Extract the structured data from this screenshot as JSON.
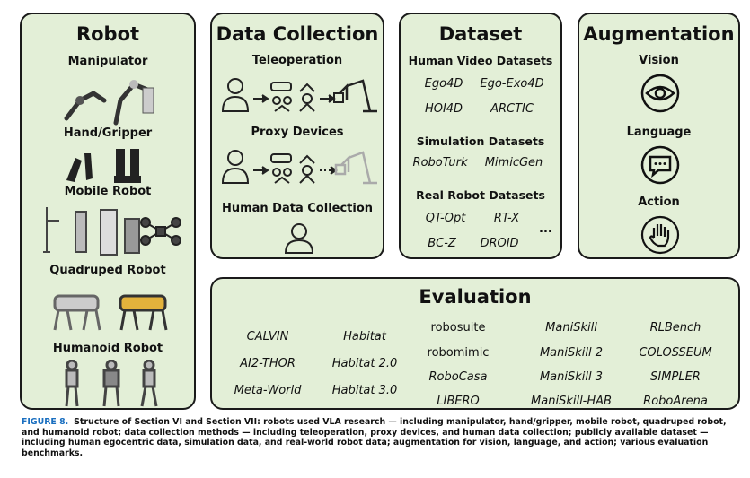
{
  "robot": {
    "title": "Robot",
    "sections": [
      "Manipulator",
      "Hand/Gripper",
      "Mobile Robot",
      "Quadruped Robot",
      "Humanoid Robot"
    ]
  },
  "data_collection": {
    "title": "Data Collection",
    "sections": [
      "Teleoperation",
      "Proxy Devices",
      "Human Data Collection"
    ]
  },
  "dataset": {
    "title": "Dataset",
    "groups": [
      {
        "heading": "Human Video Datasets",
        "items": [
          "Ego4D",
          "Ego-Exo4D",
          "HOI4D",
          "ARCTIC"
        ]
      },
      {
        "heading": "Simulation Datasets",
        "items": [
          "RoboTurk",
          "MimicGen"
        ]
      },
      {
        "heading": "Real Robot Datasets",
        "items": [
          "QT-Opt",
          "RT-X",
          "BC-Z",
          "DROID"
        ]
      }
    ],
    "ellipsis": "..."
  },
  "augmentation": {
    "title": "Augmentation",
    "sections": [
      "Vision",
      "Language",
      "Action"
    ],
    "icons": [
      "eye-icon",
      "speech-bubble-icon",
      "hand-icon"
    ]
  },
  "evaluation": {
    "title": "Evaluation",
    "benchmarks": [
      "CALVIN",
      "AI2-THOR",
      "Meta-World",
      "Habitat",
      "Habitat 2.0",
      "Habitat 3.0",
      "robosuite",
      "robomimic",
      "RoboCasa",
      "LIBERO",
      "ManiSkill",
      "ManiSkill 2",
      "ManiSkill 3",
      "ManiSkill-HAB",
      "RLBench",
      "COLOSSEUM",
      "SIMPLER",
      "RoboArena"
    ]
  },
  "caption": {
    "label": "FIGURE 8.",
    "text": "Structure of Section VI and Section VII: robots used VLA research — including manipulator, hand/gripper, mobile robot, quadruped robot, and humanoid robot; data collection methods — including teleoperation, proxy devices, and human data collection; publicly available dataset — including human egocentric data, simulation data, and real-world robot data; augmentation for vision, language, and action; various evaluation benchmarks."
  },
  "colors": {
    "panel_fill": "#e3efd7",
    "border": "#1a1a1a",
    "caption_label": "#1a6fc0"
  }
}
